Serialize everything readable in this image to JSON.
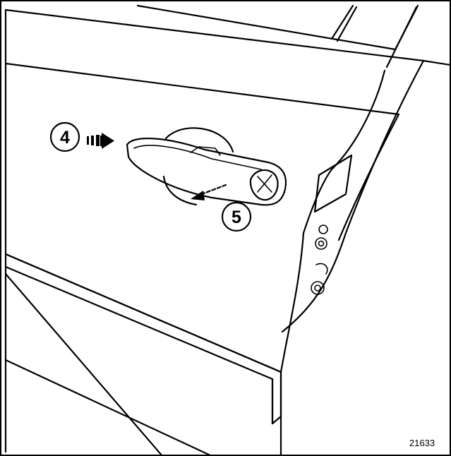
{
  "figure": {
    "callouts": [
      {
        "id": "4",
        "label": "4"
      },
      {
        "id": "5",
        "label": "5"
      }
    ],
    "reference_number": "21633"
  }
}
